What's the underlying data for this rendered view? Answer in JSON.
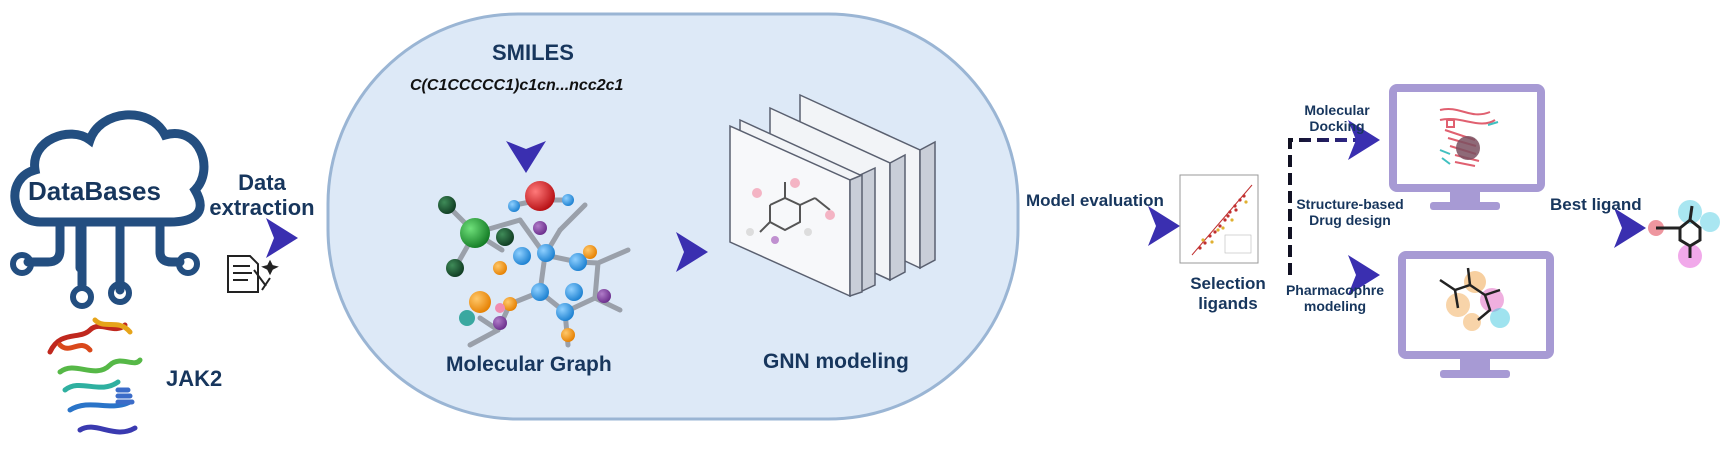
{
  "databases": {
    "label": "DataBases"
  },
  "data_extraction": {
    "label_line1": "Data",
    "label_line2": "extraction"
  },
  "protein": {
    "label": "JAK2"
  },
  "smiles": {
    "title": "SMILES",
    "string": "C(C1CCCCC1)c1cn...ncc2c1"
  },
  "molecular_graph": {
    "label": "Molecular Graph"
  },
  "gnn": {
    "label": "GNN modeling"
  },
  "model_evaluation": {
    "label": "Model evaluation"
  },
  "selection": {
    "line1": "Selection",
    "line2": "ligands"
  },
  "structure_based": {
    "line1": "Structure-based",
    "line2": "Drug design"
  },
  "docking": {
    "line1": "Molecular",
    "line2": "Docking"
  },
  "pharmacophore": {
    "line1": "Pharmacophre",
    "line2": "modeling"
  },
  "best_ligand": {
    "label": "Best ligand"
  },
  "colors": {
    "navy": "#17365d",
    "arrow_dark": "#1a1a2e",
    "arrow_blue": "#3a2fb0",
    "pill_fill": "#dde9f7",
    "pill_stroke": "#9ab5d4",
    "monitor": "#a79ad4"
  }
}
